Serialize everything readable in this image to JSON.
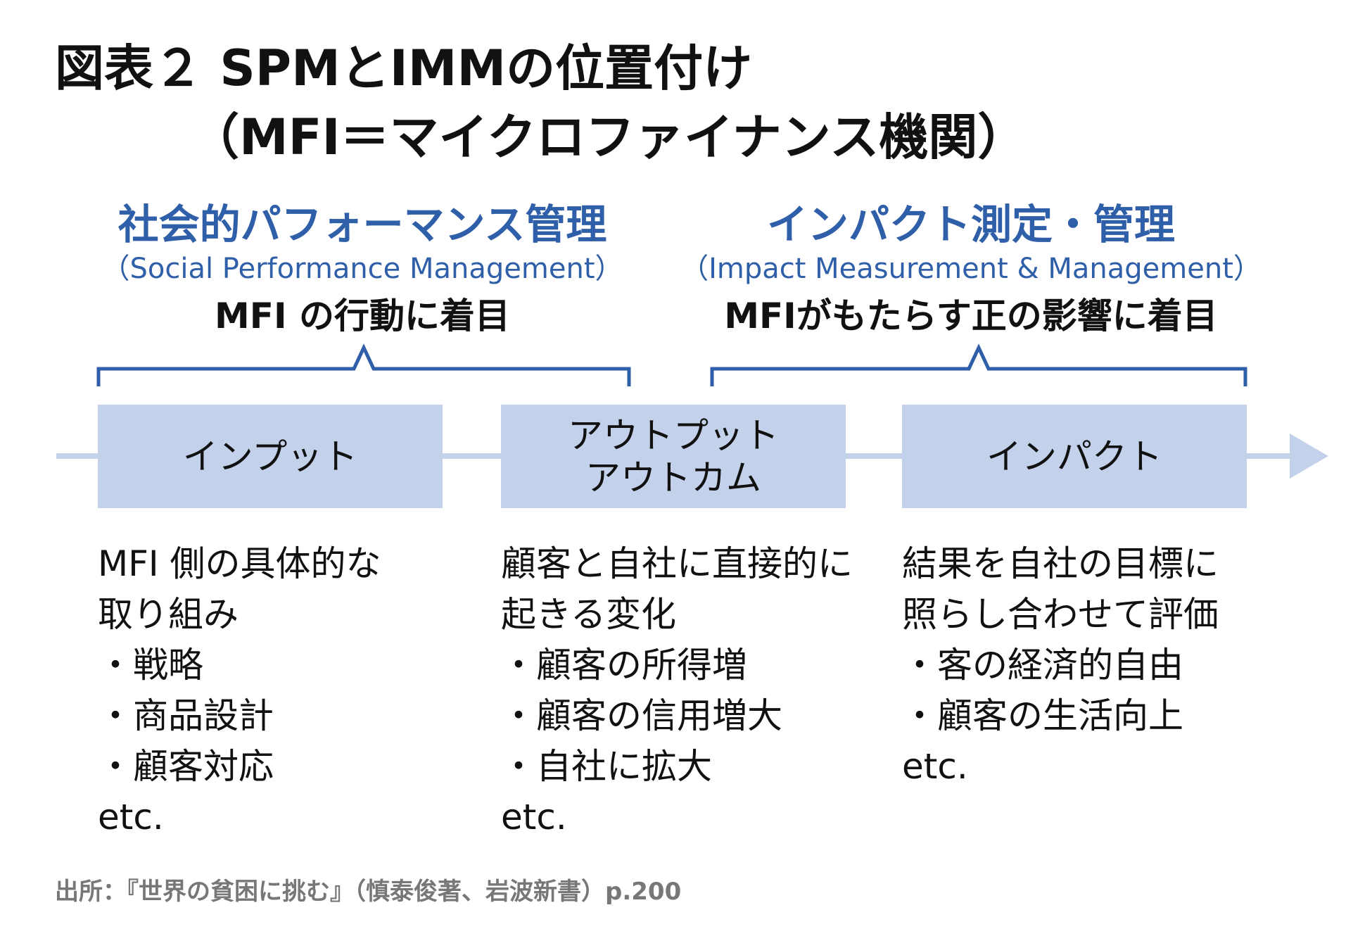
{
  "title": {
    "line1": "図表２ SPMとIMMの位置付け",
    "line2": "（MFI＝マイクロファイナンス機関）"
  },
  "spm": {
    "heading": "社会的パフォーマンス管理",
    "english": "（Social Performance Management）",
    "focus": "MFI の行動に着目"
  },
  "imm": {
    "heading": "インパクト測定・管理",
    "english": "（Impact Measurement & Management）",
    "focus": "MFIがもたらす正の影響に着目"
  },
  "stages": [
    {
      "label_lines": [
        "インプット"
      ]
    },
    {
      "label_lines": [
        "アウトプット",
        "アウトカム"
      ]
    },
    {
      "label_lines": [
        "インパクト"
      ]
    }
  ],
  "columns": [
    {
      "lines": [
        "MFI 側の具体的な",
        "取り組み",
        "・戦略",
        "・商品設計",
        "・顧客対応",
        "etc."
      ]
    },
    {
      "lines": [
        "顧客と自社に直接的に",
        "起きる変化",
        "・顧客の所得増",
        "・顧客の信用増大",
        "・自社に拡大",
        "etc."
      ]
    },
    {
      "lines": [
        "結果を自社の目標に",
        "照らし合わせて評価",
        "・客の経済的自由",
        "・顧客の生活向上",
        "etc."
      ]
    }
  ],
  "source": "出所：『世界の貧困に挑む』（慎泰俊著、岩波新書）p.200",
  "colors": {
    "accent_blue": "#2f5fa8",
    "box_fill": "#c3d2ea",
    "arrow_line": "#c3d2ea",
    "source_gray": "#777777"
  }
}
